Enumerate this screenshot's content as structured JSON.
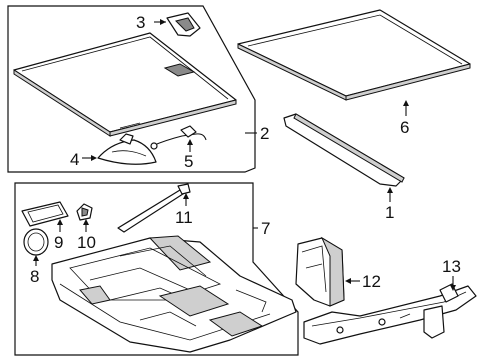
{
  "callouts": {
    "c1": "1",
    "c2": "2",
    "c3": "3",
    "c4": "4",
    "c5": "5",
    "c6": "6",
    "c7": "7",
    "c8": "8",
    "c9": "9",
    "c10": "10",
    "c11": "11",
    "c12": "12",
    "c13": "13"
  },
  "colors": {
    "line": "#111111",
    "fill": "#ffffff",
    "shade": "#cfcfcf",
    "dark": "#8a8a8a"
  }
}
